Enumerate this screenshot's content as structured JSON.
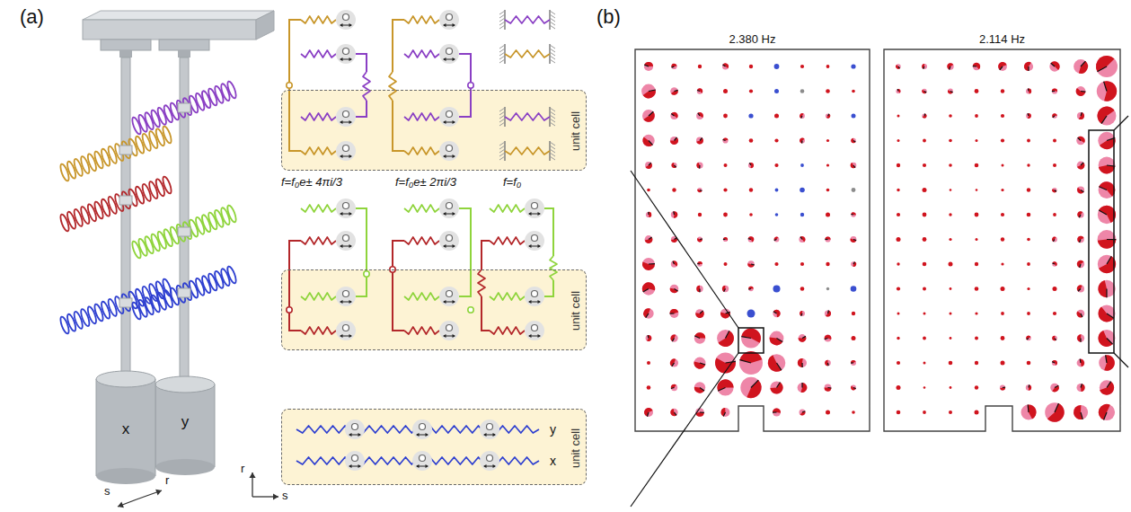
{
  "diagram": {
    "nodes": [
      {
        "text": [
          "x"
        ]
      },
      {
        "text": [
          "y"
        ]
      },
      {
        "text": [
          "unit cell"
        ]
      },
      {
        "text": [
          "unit cell"
        ]
      },
      {
        "text": [
          "unit cell"
        ]
      },
      {
        "text": [
          "2.380 Hz"
        ]
      },
      {
        "text": [
          "2.114 Hz"
        ]
      }
    ],
    "labels": [
      "(a)",
      "(b)",
      "s",
      "r",
      "r",
      "s",
      "f=f₀e± 4πi/3",
      "f=f₀e± 2πi/3",
      "f=f₀",
      "y",
      "x"
    ]
  }
}
